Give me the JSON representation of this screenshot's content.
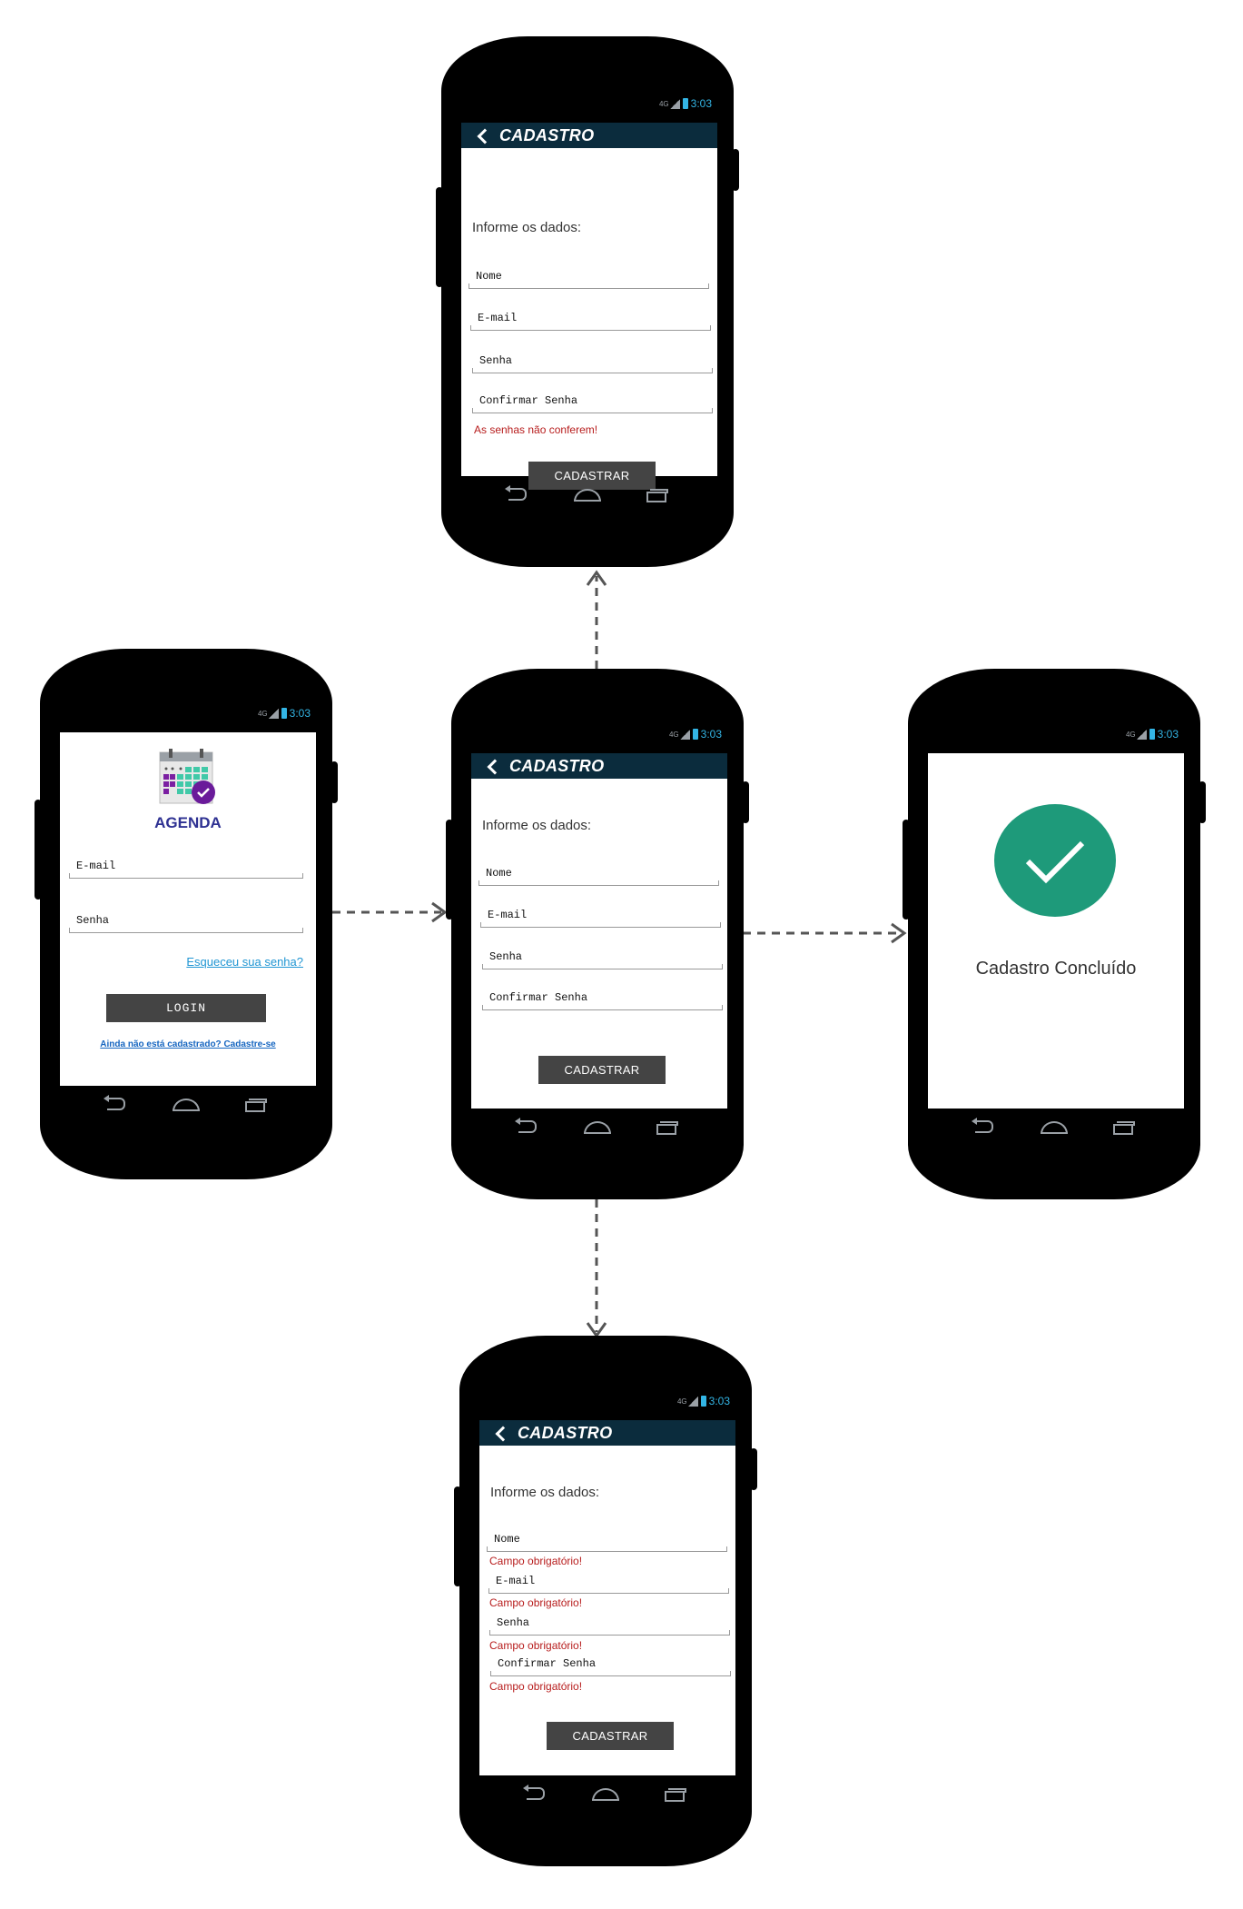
{
  "colors": {
    "appbar": "#0b2c3d",
    "button": "#444444",
    "error": "#b71c1c",
    "link": "#2196d3",
    "success": "#1e9a7a",
    "status": "#33b5e5",
    "brand": "#2e3192"
  },
  "status": {
    "time": "3:03",
    "network": "4G"
  },
  "login": {
    "app_name": "AGENDA",
    "email_label": "E-mail",
    "password_label": "Senha",
    "forgot_link": "Esqueceu sua senha?",
    "login_button": "LOGIN",
    "register_link": "Ainda não está cadastrado? Cadastre-se",
    "logo_icon": "calendar-check-icon"
  },
  "cadastro": {
    "title": "CADASTRO",
    "subtitle": "Informe os dados:",
    "name_label": "Nome",
    "email_label": "E-mail",
    "password_label": "Senha",
    "confirm_label": "Confirmar Senha",
    "submit_button": "CADASTRAR"
  },
  "cadastro_mismatch": {
    "error": "As senhas não conferem!"
  },
  "cadastro_required": {
    "error": "Campo obrigatório!"
  },
  "success": {
    "message": "Cadastro Concluído",
    "icon": "check-circle-icon"
  }
}
